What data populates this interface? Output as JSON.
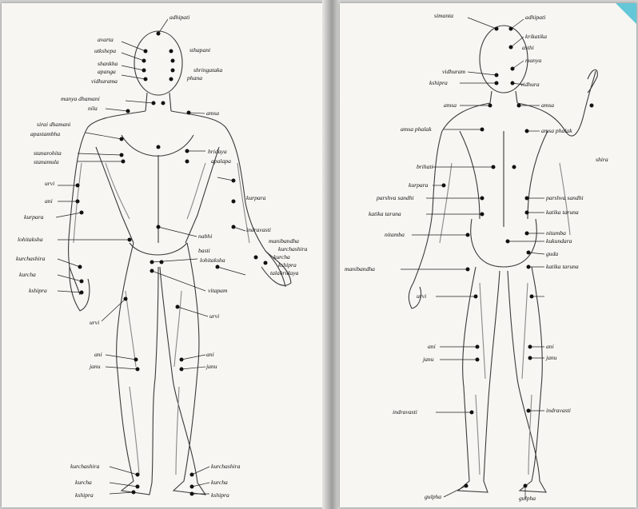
{
  "front": {
    "labels": [
      "adhipati",
      "avarta",
      "sthapani",
      "utkshepa",
      "shankha",
      "apanga",
      "vidhurama",
      "shringataka",
      "phana",
      "manya dhamani",
      "nila",
      "amsa",
      "sirai dhamani",
      "apastambha",
      "stanarohita",
      "stanamula",
      "hridaya",
      "apalapa",
      "urvi",
      "ani",
      "kurpara",
      "kurpara",
      "indravasti",
      "nabhi",
      "basti",
      "lohitaksha",
      "manibandha",
      "kurchashira",
      "kurcha",
      "talahridaya",
      "kshipra",
      "lohitaksha",
      "kurchashira",
      "kurcha",
      "kshipra",
      "vitapam",
      "urvi",
      "urvi",
      "ani",
      "janu",
      "ani",
      "janu",
      "kurchashira",
      "kurcha",
      "kshipra",
      "kurchashira",
      "kurcha",
      "kshipra"
    ]
  },
  "back": {
    "labels": [
      "simanta",
      "adhipati",
      "krikatika",
      "vidhuram",
      "kshipra",
      "amsa phalak",
      "amsa",
      "amsa",
      "amsa phalak",
      "brihati",
      "kurpara",
      "parshva sandhi",
      "katika taruna",
      "nitamba",
      "parshva sandhi",
      "katika taruna",
      "nitamba",
      "kukundara",
      "guda",
      "katika taruna",
      "manibandha",
      "urvi",
      "ani",
      "janu",
      "ani",
      "janu",
      "indravasti",
      "indravasti",
      "gulpha",
      "gulpha",
      "vidhura",
      "manya",
      "shira",
      "asthi"
    ]
  },
  "colors": {
    "page": "#f7f6f2",
    "ink": "#1a1a1a",
    "accent": "#3fbccf"
  }
}
